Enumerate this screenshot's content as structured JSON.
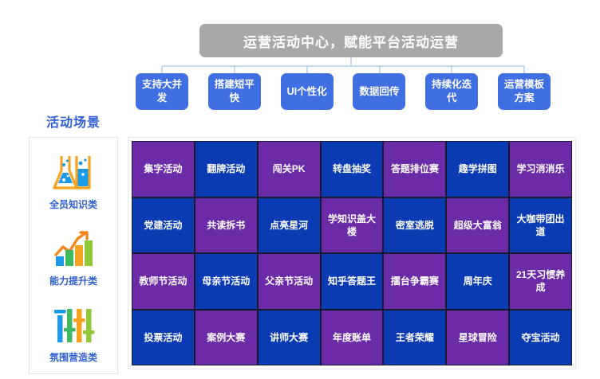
{
  "header": {
    "title": "运营活动中心，赋能平台活动运营",
    "background_color": "#a8a8a8",
    "text_color": "#ffffff"
  },
  "features": {
    "accent_color": "#3f6fe3",
    "connector_color": "#9dc3e8",
    "items": [
      {
        "label": "支持大并发"
      },
      {
        "label": "搭建短平快"
      },
      {
        "label": "UI个性化"
      },
      {
        "label": "数据回传"
      },
      {
        "label": "持续化迭代"
      },
      {
        "label": "运营模板方案"
      }
    ],
    "extra_item": {
      "label": "运营模板方案"
    }
  },
  "sidebar": {
    "title": "活动场景",
    "title_color": "#2f5fd0",
    "items": [
      {
        "label": "全员知识类",
        "icon": "flask-beaker-icon"
      },
      {
        "label": "能力提升类",
        "icon": "bar-chart-growth-icon"
      },
      {
        "label": "氛围营造类",
        "icon": "equalizer-sliders-icon"
      }
    ]
  },
  "grid": {
    "purple_color": "#6c2ba6",
    "blue_color": "#0b3bb3",
    "columns": 7,
    "rows": 4,
    "cells": [
      {
        "label": "集字活动",
        "color": "purple"
      },
      {
        "label": "翻牌活动",
        "color": "blue"
      },
      {
        "label": "闯关PK",
        "color": "purple"
      },
      {
        "label": "转盘抽奖",
        "color": "blue"
      },
      {
        "label": "答题排位赛",
        "color": "purple"
      },
      {
        "label": "趣学拼图",
        "color": "blue"
      },
      {
        "label": "学习消消乐",
        "color": "purple"
      },
      {
        "label": "党建活动",
        "color": "blue"
      },
      {
        "label": "共读拆书",
        "color": "purple"
      },
      {
        "label": "点亮星河",
        "color": "blue"
      },
      {
        "label": "学知识盖大楼",
        "color": "purple"
      },
      {
        "label": "密室逃脱",
        "color": "blue"
      },
      {
        "label": "超级大富翁",
        "color": "purple"
      },
      {
        "label": "大咖带团出道",
        "color": "blue"
      },
      {
        "label": "教师节活动",
        "color": "purple"
      },
      {
        "label": "母亲节活动",
        "color": "blue"
      },
      {
        "label": "父亲节活动",
        "color": "purple"
      },
      {
        "label": "知乎答题王",
        "color": "blue"
      },
      {
        "label": "擂台争霸赛",
        "color": "purple"
      },
      {
        "label": "周年庆",
        "color": "blue"
      },
      {
        "label": "21天习惯养成",
        "color": "purple"
      },
      {
        "label": "投票活动",
        "color": "blue"
      },
      {
        "label": "案例大赛",
        "color": "purple"
      },
      {
        "label": "讲师大赛",
        "color": "blue"
      },
      {
        "label": "年度账单",
        "color": "purple"
      },
      {
        "label": "王者荣耀",
        "color": "blue"
      },
      {
        "label": "星球冒险",
        "color": "purple"
      },
      {
        "label": "夺宝活动",
        "color": "blue"
      }
    ]
  }
}
